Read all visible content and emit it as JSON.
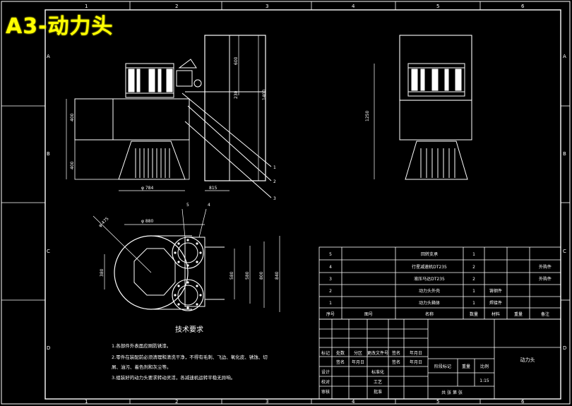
{
  "overlay_title": "A3-动力头",
  "frame": {
    "top_zones": [
      "1",
      "2",
      "3",
      "4",
      "5",
      "6"
    ],
    "bottom_zones": [
      "1",
      "2",
      "3",
      "4",
      "5",
      "6"
    ],
    "left_zones": [
      "A",
      "B",
      "C",
      "D"
    ],
    "right_zones": [
      "A",
      "B",
      "C",
      "D"
    ]
  },
  "front_view": {
    "dims": [
      "400",
      "400",
      "600",
      "1400",
      "230"
    ],
    "dim_bottom_left": "φ 784",
    "dim_bottom_right": "815",
    "leaders": [
      "1",
      "2",
      "3"
    ]
  },
  "side_view": {
    "dims": [
      "1250"
    ]
  },
  "plan_view": {
    "dim_radius": "φ 475",
    "dim_top": "φ 880",
    "dims_right": [
      "580",
      "580",
      "800",
      "840"
    ],
    "dim_left": "380",
    "leaders": [
      "5",
      "4"
    ]
  },
  "tech_requirements": {
    "title": "技术要求",
    "lines": [
      "1.各部件外表面应刷防锈漆。",
      "2.零件在装配前必须清理和清洗干净，不得有毛刺、飞边、氧化皮、锈蚀、切",
      "屑、油污、着色剂和灰尘等。",
      "3.组装好的动力头要求转动灵活，各减速机运转平稳无异响。"
    ]
  },
  "parts_list": {
    "header": [
      "序号",
      "图号",
      "名称",
      "数量",
      "材料",
      "重量",
      "备注"
    ],
    "rows": [
      {
        "no": "5",
        "code": "",
        "name": "回转支承",
        "qty": "1",
        "material": "",
        "weight": "",
        "note": ""
      },
      {
        "no": "4",
        "code": "",
        "name": "行星减速机DT235",
        "qty": "2",
        "material": "",
        "weight": "",
        "note": "外购件"
      },
      {
        "no": "3",
        "code": "",
        "name": "液压马达DT235",
        "qty": "2",
        "material": "",
        "weight": "",
        "note": "外购件"
      },
      {
        "no": "2",
        "code": "",
        "name": "动力头外壳",
        "qty": "1",
        "material": "铸钢件",
        "weight": "",
        "note": ""
      },
      {
        "no": "1",
        "code": "",
        "name": "动力头箱体",
        "qty": "1",
        "material": "焊接件",
        "weight": "",
        "note": ""
      }
    ]
  },
  "title_block": {
    "rev_row": [
      "标记",
      "处数",
      "分区",
      "更改文件号",
      "签名",
      "年月日"
    ],
    "design_row": [
      "设计",
      "签名",
      "年月日",
      "标准化",
      "签名",
      "年月日"
    ],
    "check_label": "校对",
    "process_label": "工艺",
    "approve_label": "审核",
    "approve2_label": "批准",
    "stage_label": "阶段标记",
    "weight_label": "重量",
    "scale_label": "比例",
    "scale_value": "1:15",
    "sheet_text": "共 张 第 张",
    "drawing_name": "动力头"
  }
}
